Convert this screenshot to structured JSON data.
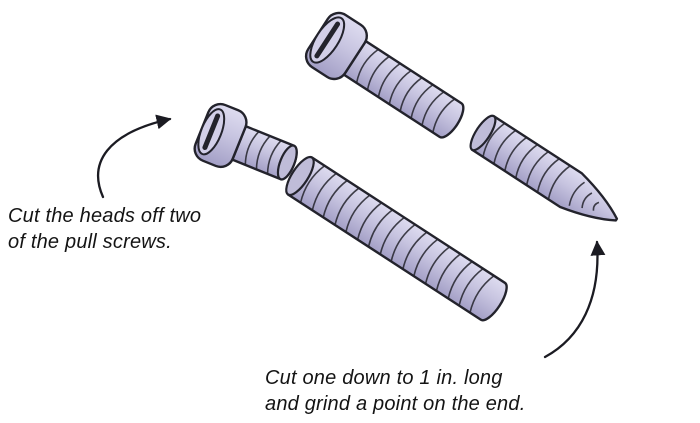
{
  "annotations": {
    "left": {
      "line1": "Cut the heads off two",
      "line2": "of the pull screws."
    },
    "right": {
      "line1": "Cut one down to 1 in. long",
      "line2": "and grind a point on the end."
    }
  },
  "illustration": {
    "pieces": [
      "full-pull-screw",
      "cut-off-screw-head",
      "headless-threaded-shaft",
      "short-pointed-screw-piece"
    ]
  },
  "colors": {
    "page_bg": "#ffffff",
    "outline": "#23232c",
    "screw_light": "#dedcf0",
    "screw_mid": "#c7c4e0",
    "screw_dark": "#a39fc6",
    "screw_face": "#d2cfe8",
    "screw_cut": "#bfbcd8",
    "text": "#141414",
    "arrow": "#1b1b22"
  }
}
